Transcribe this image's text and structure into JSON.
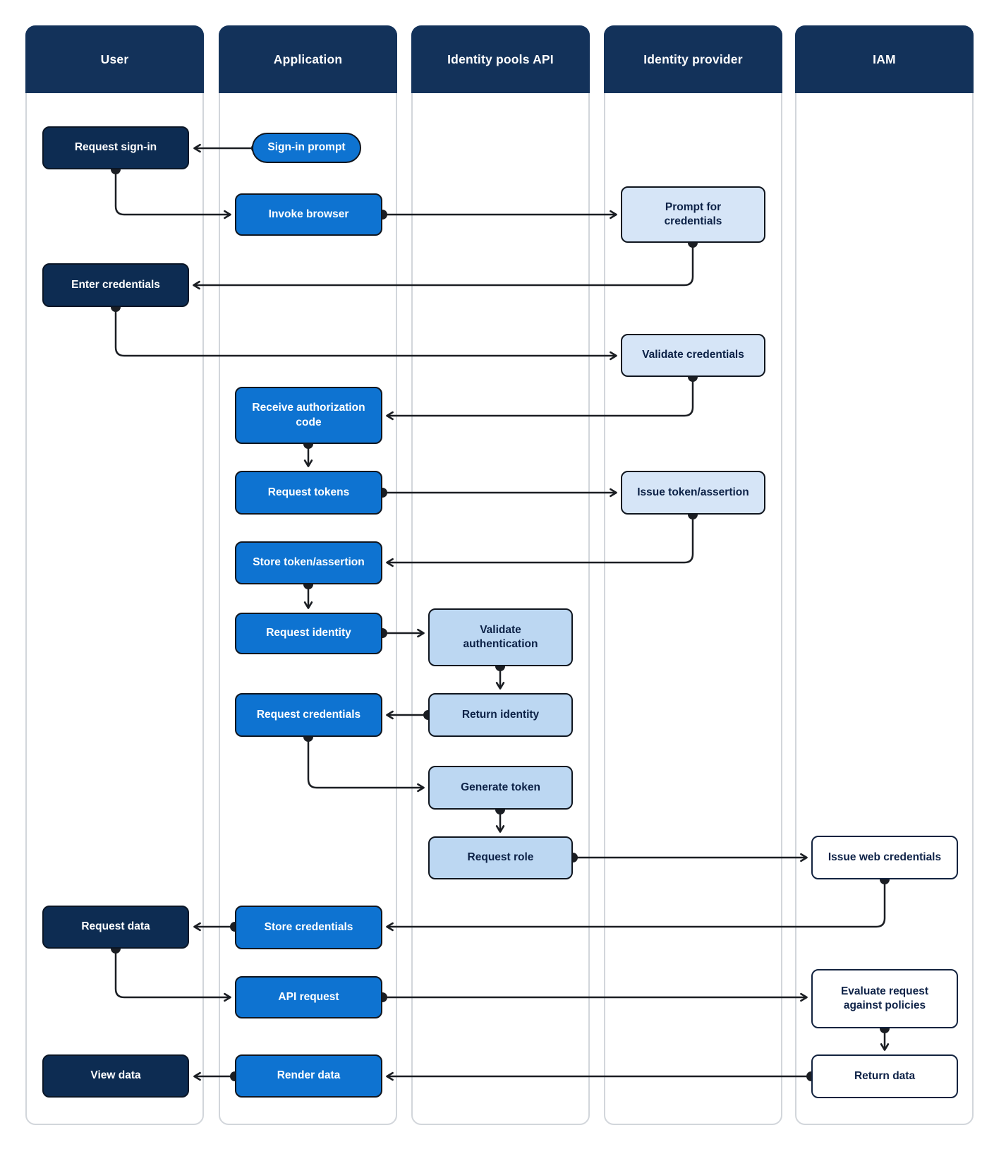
{
  "diagram": {
    "title_hint": "Identity pools authentication sequence diagram",
    "lanes": [
      {
        "id": "user",
        "label": "User"
      },
      {
        "id": "application",
        "label": "Application"
      },
      {
        "id": "identity-pools-api",
        "label": "Identity pools API"
      },
      {
        "id": "identity-provider",
        "label": "Identity provider"
      },
      {
        "id": "iam",
        "label": "IAM"
      }
    ],
    "nodes": [
      {
        "id": "request-sign-in",
        "lane": "user",
        "label": "Request sign-in"
      },
      {
        "id": "sign-in-prompt",
        "lane": "application",
        "label": "Sign-in prompt"
      },
      {
        "id": "invoke-browser",
        "lane": "application",
        "label": "Invoke browser"
      },
      {
        "id": "prompt-for-credentials",
        "lane": "identity-provider",
        "label": "Prompt for credentials"
      },
      {
        "id": "enter-credentials",
        "lane": "user",
        "label": "Enter credentials"
      },
      {
        "id": "validate-credentials",
        "lane": "identity-provider",
        "label": "Validate credentials"
      },
      {
        "id": "receive-authorization-code",
        "lane": "application",
        "label": "Receive authorization code"
      },
      {
        "id": "request-tokens",
        "lane": "application",
        "label": "Request tokens"
      },
      {
        "id": "issue-token-assertion",
        "lane": "identity-provider",
        "label": "Issue token/assertion"
      },
      {
        "id": "store-token-assertion",
        "lane": "application",
        "label": "Store token/assertion"
      },
      {
        "id": "request-identity",
        "lane": "application",
        "label": "Request identity"
      },
      {
        "id": "validate-authentication",
        "lane": "identity-pools-api",
        "label": "Validate authentication"
      },
      {
        "id": "request-credentials",
        "lane": "application",
        "label": "Request credentials"
      },
      {
        "id": "return-identity",
        "lane": "identity-pools-api",
        "label": "Return identity"
      },
      {
        "id": "generate-token",
        "lane": "identity-pools-api",
        "label": "Generate token"
      },
      {
        "id": "request-role",
        "lane": "identity-pools-api",
        "label": "Request role"
      },
      {
        "id": "issue-web-credentials",
        "lane": "iam",
        "label": "Issue web credentials"
      },
      {
        "id": "request-data",
        "lane": "user",
        "label": "Request data"
      },
      {
        "id": "store-credentials",
        "lane": "application",
        "label": "Store credentials"
      },
      {
        "id": "api-request",
        "lane": "application",
        "label": "API request"
      },
      {
        "id": "evaluate-request",
        "lane": "iam",
        "label": "Evaluate request against policies"
      },
      {
        "id": "view-data",
        "lane": "user",
        "label": "View data"
      },
      {
        "id": "render-data",
        "lane": "application",
        "label": "Render data"
      },
      {
        "id": "return-data",
        "lane": "iam",
        "label": "Return data"
      }
    ],
    "edges": [
      {
        "from": "sign-in-prompt",
        "to": "request-sign-in"
      },
      {
        "from": "request-sign-in",
        "to": "invoke-browser"
      },
      {
        "from": "invoke-browser",
        "to": "prompt-for-credentials"
      },
      {
        "from": "prompt-for-credentials",
        "to": "enter-credentials"
      },
      {
        "from": "enter-credentials",
        "to": "validate-credentials"
      },
      {
        "from": "validate-credentials",
        "to": "receive-authorization-code"
      },
      {
        "from": "receive-authorization-code",
        "to": "request-tokens"
      },
      {
        "from": "request-tokens",
        "to": "issue-token-assertion"
      },
      {
        "from": "issue-token-assertion",
        "to": "store-token-assertion"
      },
      {
        "from": "store-token-assertion",
        "to": "request-identity"
      },
      {
        "from": "request-identity",
        "to": "validate-authentication"
      },
      {
        "from": "validate-authentication",
        "to": "return-identity"
      },
      {
        "from": "return-identity",
        "to": "request-credentials"
      },
      {
        "from": "request-credentials",
        "to": "generate-token"
      },
      {
        "from": "generate-token",
        "to": "request-role"
      },
      {
        "from": "request-role",
        "to": "issue-web-credentials"
      },
      {
        "from": "issue-web-credentials",
        "to": "store-credentials"
      },
      {
        "from": "store-credentials",
        "to": "request-data"
      },
      {
        "from": "request-data",
        "to": "api-request"
      },
      {
        "from": "api-request",
        "to": "evaluate-request"
      },
      {
        "from": "evaluate-request",
        "to": "return-data"
      },
      {
        "from": "return-data",
        "to": "render-data"
      },
      {
        "from": "render-data",
        "to": "view-data"
      }
    ],
    "colors": {
      "lane_header": "#13325a",
      "lane_border": "#d2d6db",
      "node_navy": "#0d2c52",
      "node_blue": "#0e73d1",
      "node_light_pools": "#bcd7f2",
      "node_light_provider": "#d6e5f7",
      "node_white": "#ffffff",
      "connector": "#1b1e23",
      "text_on_dark": "#ffffff",
      "text_on_light": "#0c2146"
    }
  }
}
